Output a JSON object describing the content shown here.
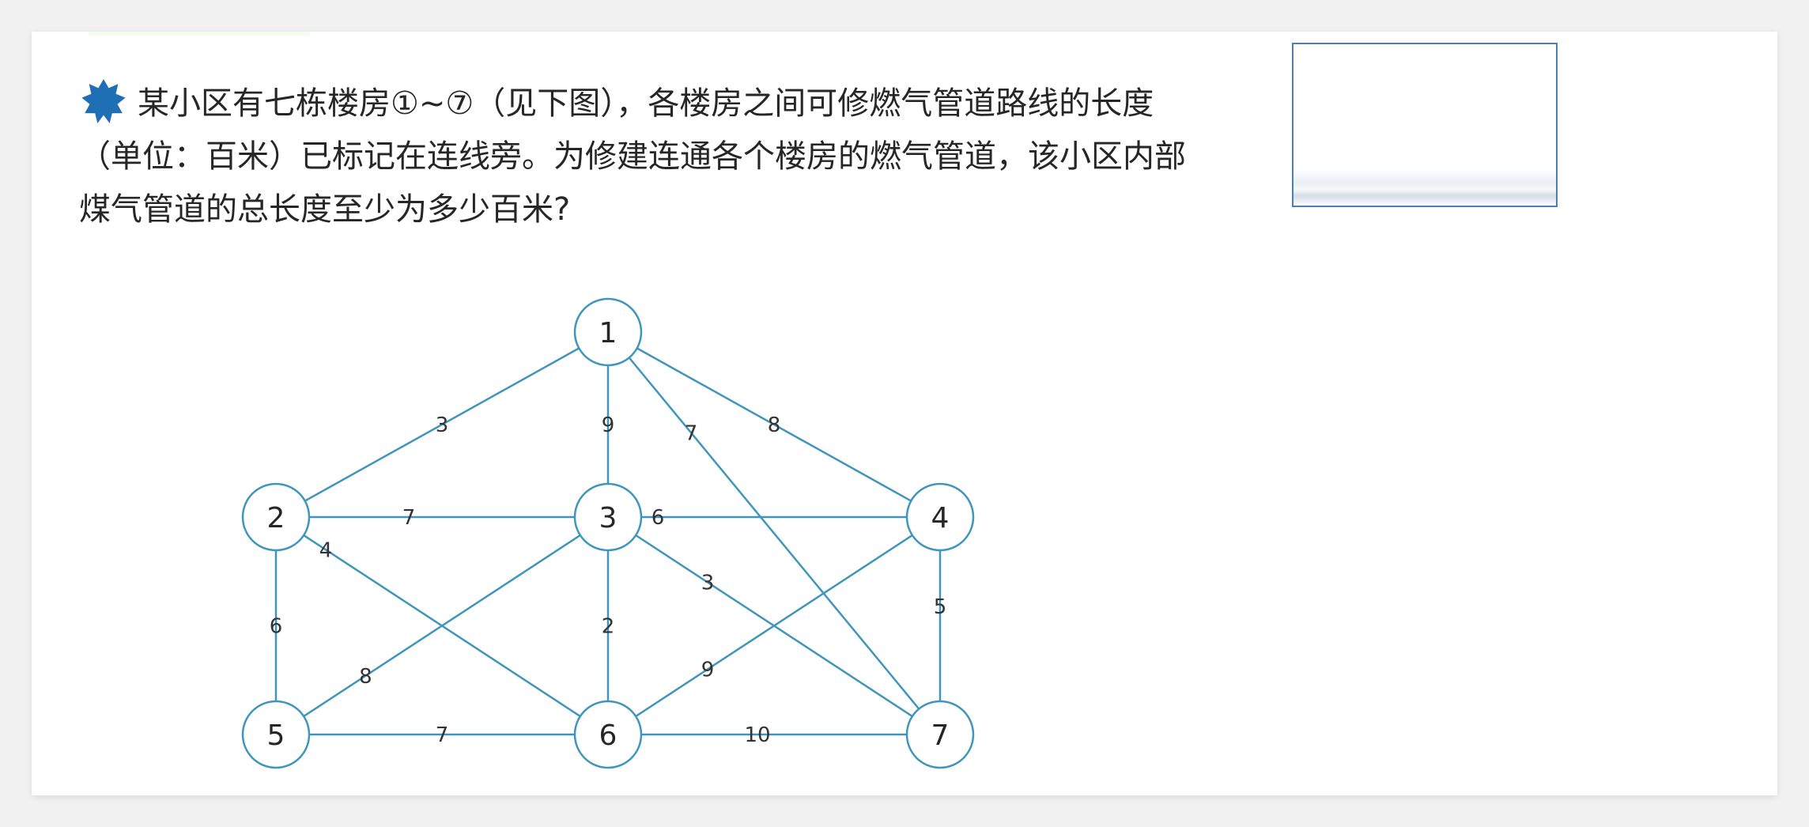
{
  "question": {
    "text": "某小区有七栋楼房①~⑦（见下图），各楼房之间可修燃气管道路线的长度（单位：百米）已标记在连线旁。为修建连通各个楼房的燃气管道，该小区内部煤气管道的总长度至少为多少百米?"
  },
  "icons": {
    "star": "star-badge-icon",
    "star_color": "#1f6fb5"
  },
  "graph": {
    "line_color": "#3f95bb",
    "nodes": [
      {
        "id": "1",
        "label": "1"
      },
      {
        "id": "2",
        "label": "2"
      },
      {
        "id": "3",
        "label": "3"
      },
      {
        "id": "4",
        "label": "4"
      },
      {
        "id": "5",
        "label": "5"
      },
      {
        "id": "6",
        "label": "6"
      },
      {
        "id": "7",
        "label": "7"
      }
    ],
    "edges": [
      {
        "from": "1",
        "to": "2",
        "weight": "3"
      },
      {
        "from": "1",
        "to": "3",
        "weight": "9"
      },
      {
        "from": "1",
        "to": "7",
        "weight": "7"
      },
      {
        "from": "1",
        "to": "4",
        "weight": "8"
      },
      {
        "from": "2",
        "to": "3",
        "weight": "7"
      },
      {
        "from": "3",
        "to": "4",
        "weight": "6"
      },
      {
        "from": "2",
        "to": "5",
        "weight": "6"
      },
      {
        "from": "2",
        "to": "6",
        "weight": "4"
      },
      {
        "from": "3",
        "to": "5",
        "weight": "8"
      },
      {
        "from": "3",
        "to": "6",
        "weight": "2"
      },
      {
        "from": "3",
        "to": "7",
        "weight": "3"
      },
      {
        "from": "4",
        "to": "6",
        "weight": "9"
      },
      {
        "from": "4",
        "to": "7",
        "weight": "5"
      },
      {
        "from": "5",
        "to": "6",
        "weight": "7"
      },
      {
        "from": "6",
        "to": "7",
        "weight": "10"
      }
    ]
  }
}
